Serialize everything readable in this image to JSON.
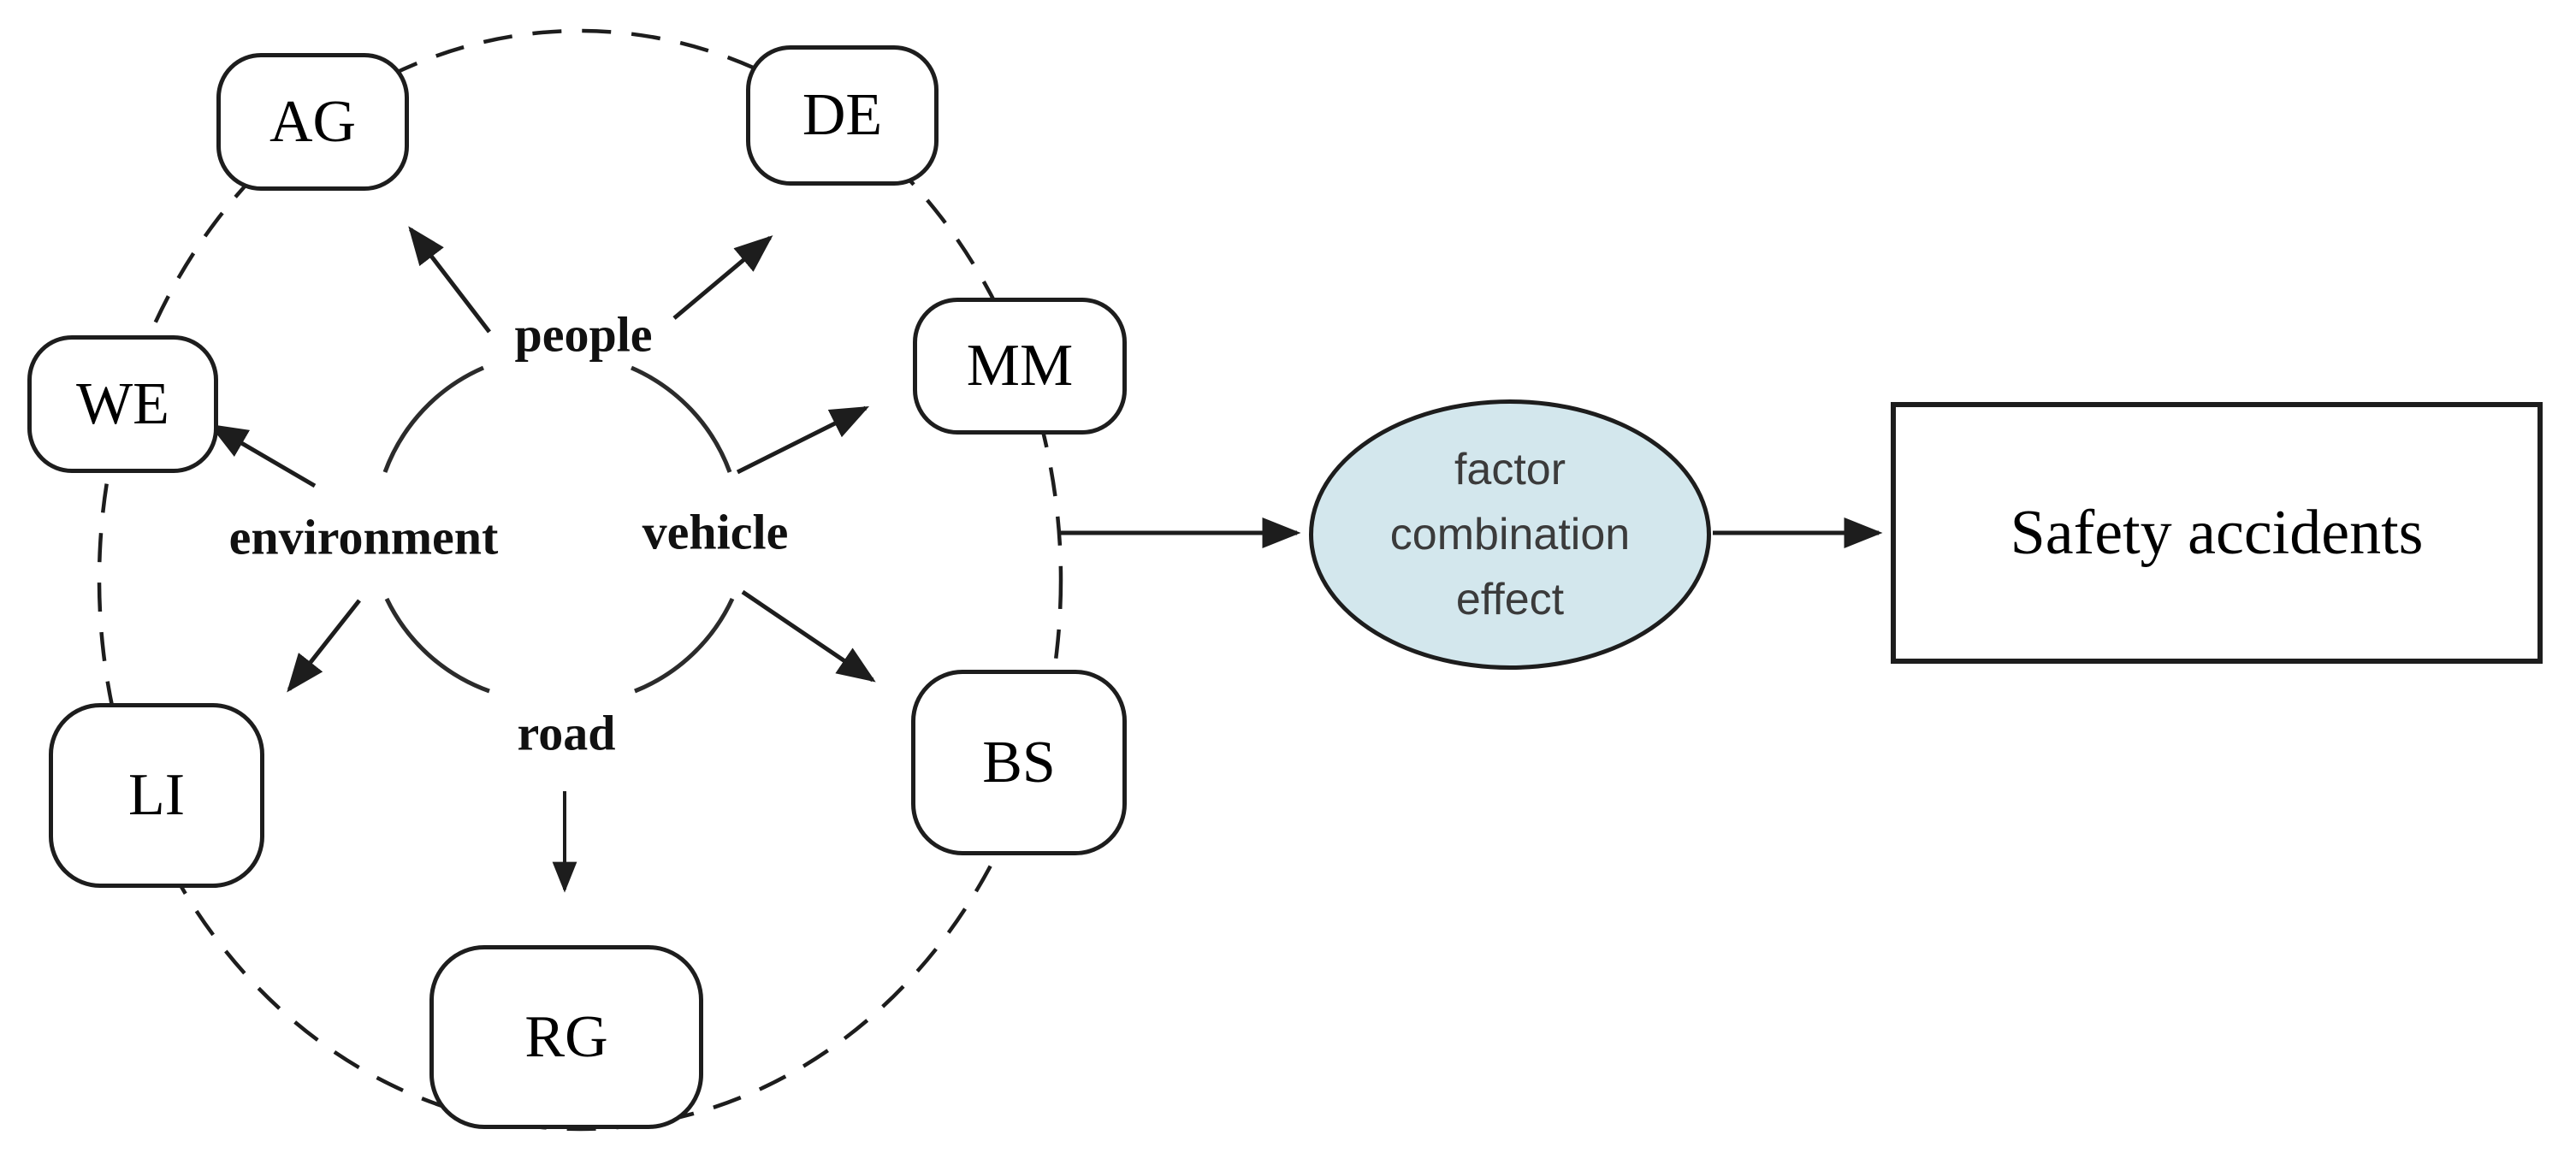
{
  "diagram": {
    "factor_nodes": [
      {
        "id": "AG",
        "label": "AG"
      },
      {
        "id": "DE",
        "label": "DE"
      },
      {
        "id": "WE",
        "label": "WE"
      },
      {
        "id": "MM",
        "label": "MM"
      },
      {
        "id": "LI",
        "label": "LI"
      },
      {
        "id": "BS",
        "label": "BS"
      },
      {
        "id": "RG",
        "label": "RG"
      }
    ],
    "category_labels": [
      {
        "id": "people",
        "label": "people"
      },
      {
        "id": "environment",
        "label": "environment"
      },
      {
        "id": "vehicle",
        "label": "vehicle"
      },
      {
        "id": "road",
        "label": "road"
      }
    ],
    "effect_node": {
      "label": "factor combination effect",
      "lines": [
        "factor",
        "combination",
        "effect"
      ]
    },
    "outcome_node": {
      "label": "Safety accidents"
    },
    "connections": [
      {
        "from": "people",
        "to": "AG"
      },
      {
        "from": "people",
        "to": "DE"
      },
      {
        "from": "environment",
        "to": "WE"
      },
      {
        "from": "environment",
        "to": "LI"
      },
      {
        "from": "vehicle",
        "to": "MM"
      },
      {
        "from": "vehicle",
        "to": "BS"
      },
      {
        "from": "road",
        "to": "RG"
      },
      {
        "from": "factor circle",
        "to": "factor combination effect"
      },
      {
        "from": "factor combination effect",
        "to": "Safety accidents"
      }
    ],
    "colors": {
      "line": "#1d1d1d",
      "effect_fill": "#d3e7ed",
      "effect_text": "#3b3b3b",
      "node_fill": "#ffffff",
      "text": "#000000"
    }
  }
}
